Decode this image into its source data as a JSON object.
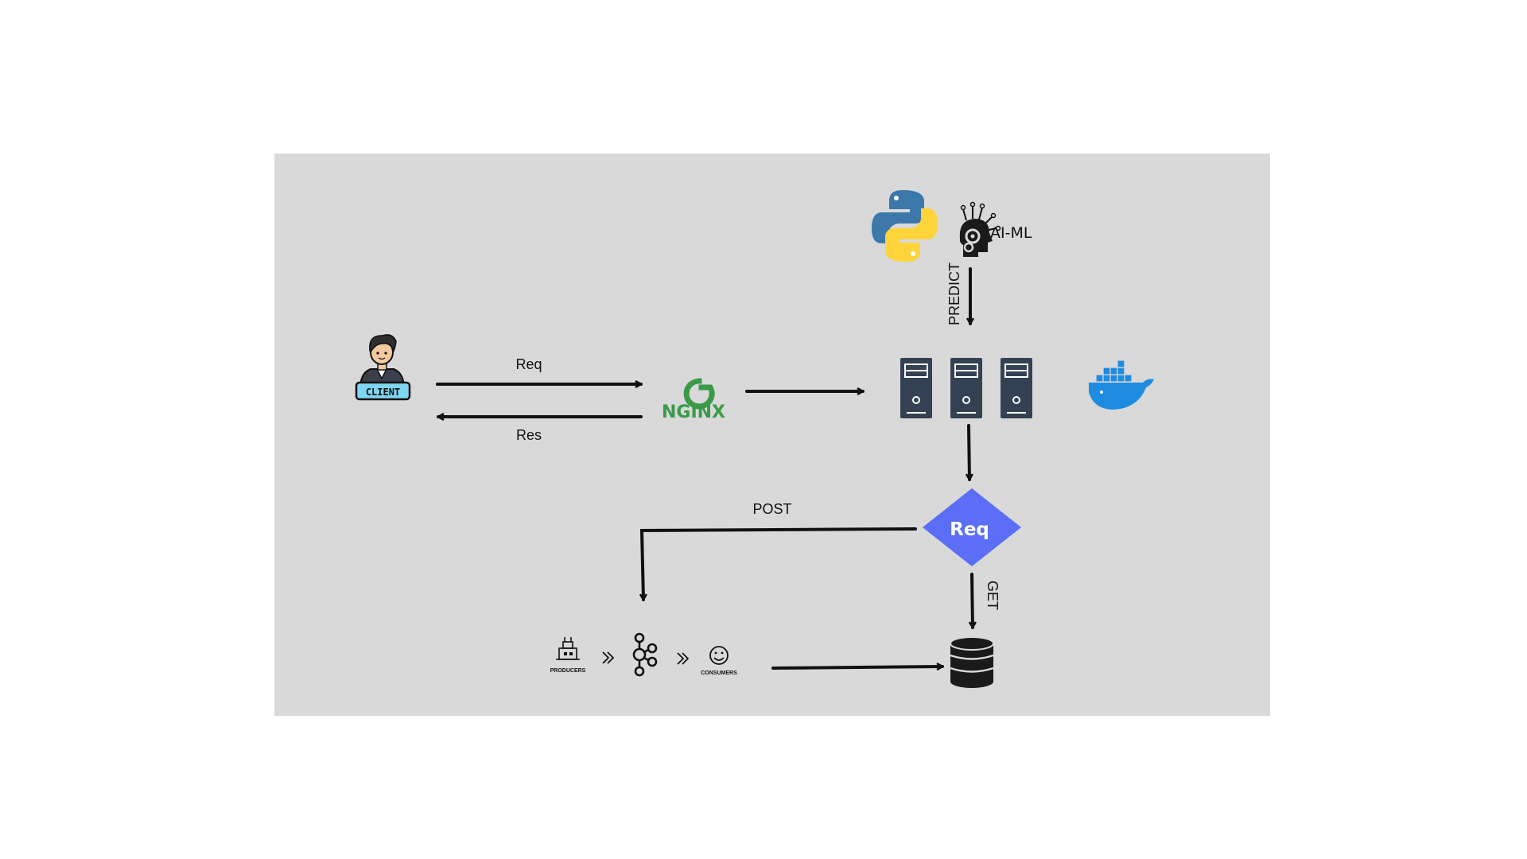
{
  "nodes": {
    "client": {
      "badge": "CLIENT"
    },
    "nginx": {
      "logo_text": "NGINX"
    },
    "ai": {
      "label": "AI-ML"
    },
    "decision": {
      "label": "Req"
    },
    "producers": {
      "label": "PRODUCERS"
    },
    "consumers": {
      "label": "CONSUMERS"
    }
  },
  "edges": {
    "req": "Req",
    "res": "Res",
    "predict": "PREDICT",
    "post": "POST",
    "get": "GET"
  },
  "colors": {
    "canvas": "#d9d9d9",
    "nginx": "#3a9a4a",
    "decision": "#5b6ef5",
    "docker": "#1d8ce0",
    "server": "#344152",
    "python_blue": "#3c78aa",
    "python_yellow": "#ffd43b",
    "client_badge": "#7fd6f0"
  },
  "icons": [
    "client-icon",
    "nginx-icon",
    "python-icon",
    "ai-brain-icon",
    "server-icon",
    "docker-icon",
    "database-icon",
    "kafka-icon",
    "producer-icon",
    "consumer-icon",
    "chevron-right-icon"
  ]
}
